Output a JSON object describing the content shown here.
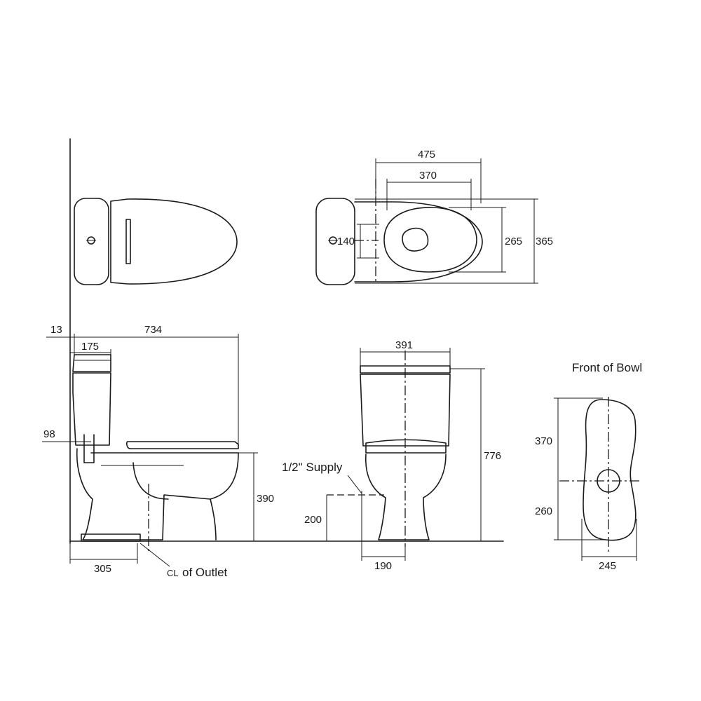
{
  "dimensions": {
    "top_overall_width": "475",
    "top_bowl_width": "370",
    "top_inner_depth": "265",
    "top_overall_depth": "365",
    "top_tank_offset": "140",
    "side_wall_gap": "13",
    "side_overall_length": "734",
    "side_tank_depth": "175",
    "side_inlet_height": "98",
    "side_seat_height": "390",
    "side_outlet_distance": "305",
    "front_tank_width": "391",
    "front_overall_height": "776",
    "front_supply_height": "200",
    "front_base_width": "190",
    "bowl_front_upper": "370",
    "bowl_front_lower": "260",
    "bowl_front_width": "245"
  },
  "labels": {
    "front_of_bowl": "Front of Bowl",
    "supply": "1/2\" Supply",
    "cl_symbol": "CL",
    "of_outlet": "of Outlet"
  },
  "colors": {
    "line": "#1a1a1a",
    "background": "#ffffff"
  }
}
